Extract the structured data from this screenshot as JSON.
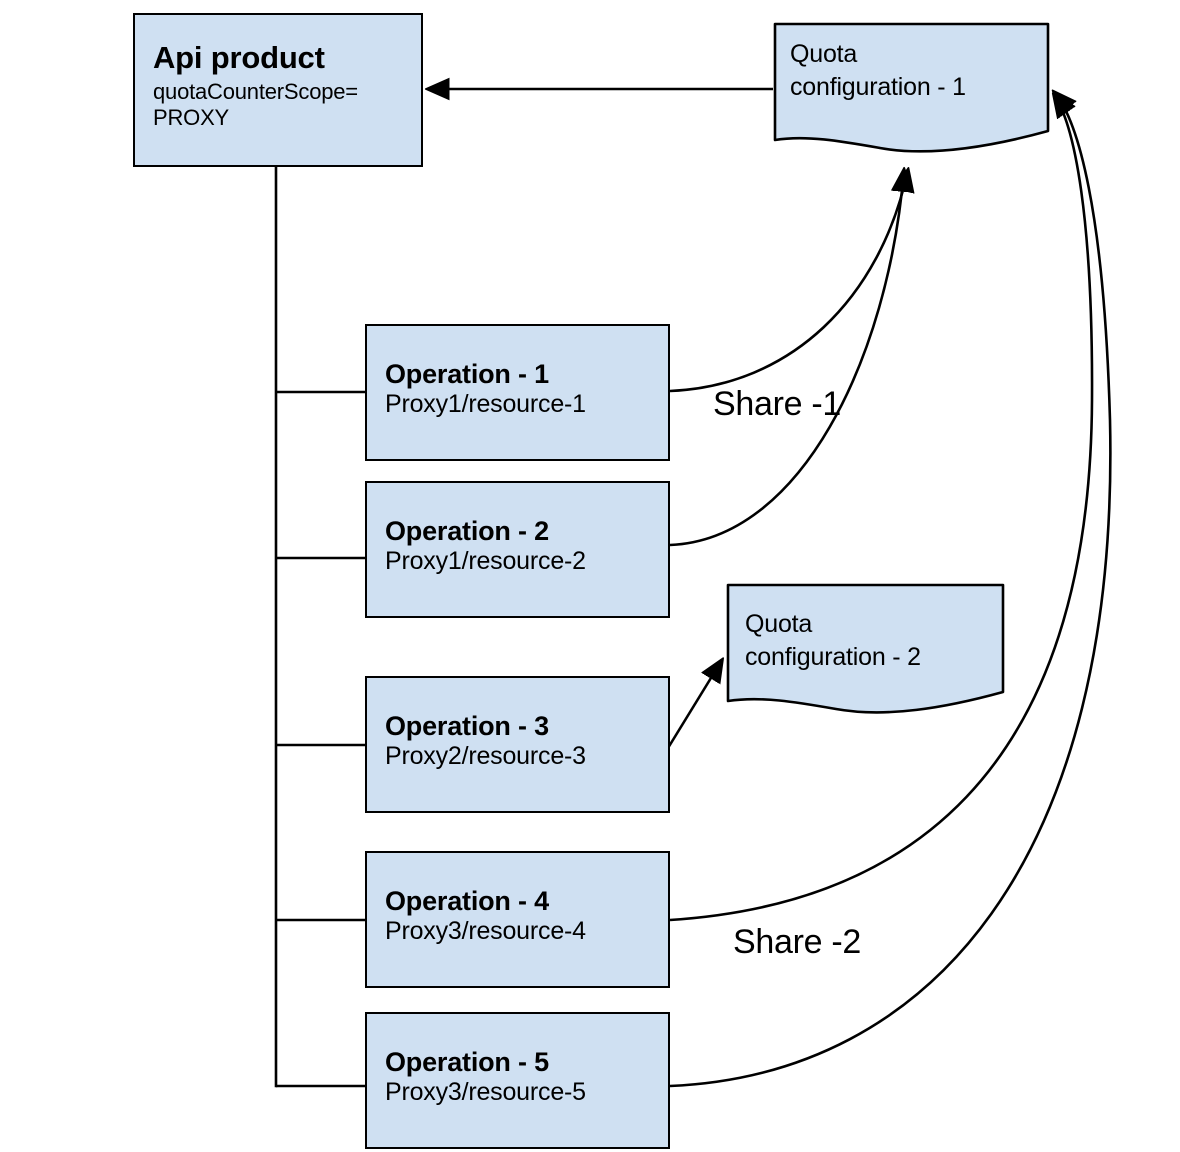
{
  "diagram": {
    "title": "Api product quota counter scope diagram",
    "colors": {
      "node_fill": "#cfe0f2",
      "node_stroke": "#000000",
      "edge_stroke": "#000000",
      "background": "#ffffff"
    }
  },
  "api_product": {
    "title": "Api product",
    "attribute": "quotaCounterScope=",
    "attribute_value": "PROXY"
  },
  "quota_configs": [
    {
      "id": "quota-configuration-1",
      "line1": "Quota",
      "line2": "configuration - 1"
    },
    {
      "id": "quota-configuration-2",
      "line1": "Quota",
      "line2": "configuration - 2"
    }
  ],
  "operations": [
    {
      "id": "operation-1",
      "title": "Operation - 1",
      "path": "Proxy1/resource-1"
    },
    {
      "id": "operation-2",
      "title": "Operation - 2",
      "path": "Proxy1/resource-2"
    },
    {
      "id": "operation-3",
      "title": "Operation - 3",
      "path": "Proxy2/resource-3"
    },
    {
      "id": "operation-4",
      "title": "Operation - 4",
      "path": "Proxy3/resource-4"
    },
    {
      "id": "operation-5",
      "title": "Operation - 5",
      "path": "Proxy3/resource-5"
    }
  ],
  "edge_labels": {
    "share_1": "Share -1",
    "share_2": "Share -2"
  },
  "edges": [
    {
      "from": "quota-configuration-1",
      "to": "api-product",
      "style": "straight-arrow"
    },
    {
      "from": "api-product",
      "to": "operation-1",
      "style": "tree-branch"
    },
    {
      "from": "api-product",
      "to": "operation-2",
      "style": "tree-branch"
    },
    {
      "from": "api-product",
      "to": "operation-3",
      "style": "tree-branch"
    },
    {
      "from": "api-product",
      "to": "operation-4",
      "style": "tree-branch"
    },
    {
      "from": "api-product",
      "to": "operation-5",
      "style": "tree-branch"
    },
    {
      "from": "operation-1",
      "to": "quota-configuration-1",
      "style": "curve",
      "label": "Share -1"
    },
    {
      "from": "operation-2",
      "to": "quota-configuration-1",
      "style": "curve",
      "label": "Share -1"
    },
    {
      "from": "operation-3",
      "to": "quota-configuration-2",
      "style": "straight-arrow"
    },
    {
      "from": "operation-4",
      "to": "quota-configuration-1",
      "style": "curve",
      "label": "Share -2"
    },
    {
      "from": "operation-5",
      "to": "quota-configuration-1",
      "style": "curve",
      "label": "Share -2"
    }
  ]
}
